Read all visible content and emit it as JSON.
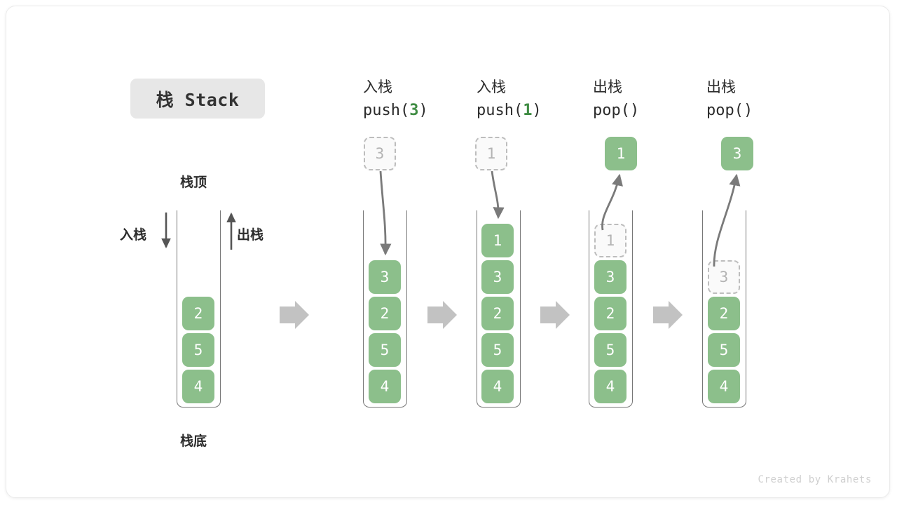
{
  "title_badge": {
    "label": "栈 Stack"
  },
  "legend": {
    "top_label": "栈顶",
    "bottom_label": "栈底",
    "push_label": "入栈",
    "pop_label": "出栈"
  },
  "credit": "Created by Krahets",
  "colors": {
    "cell_green": "#8cbf8b",
    "cell_text": "#ffffff",
    "ghost_border": "#bdbdbd",
    "ghost_text": "#b3b3b3",
    "arrow_gray": "#7a7a7a",
    "flow_arrow": "#c2c2c2",
    "badge_bg": "#e7e7e7",
    "accent_green": "#3f8c43",
    "text_dark": "#2b2b2b"
  },
  "columns": [
    {
      "id": "initial",
      "op_cn": "",
      "op_code": "",
      "code_prefix": "",
      "code_arg": "",
      "code_suffix": "",
      "detached": null,
      "stack": [
        {
          "value": "2",
          "state": "solid"
        },
        {
          "value": "5",
          "state": "solid"
        },
        {
          "value": "4",
          "state": "solid"
        }
      ]
    },
    {
      "id": "push-3",
      "op_cn": "入栈",
      "op_code": "push(3)",
      "code_prefix": "push(",
      "code_arg": "3",
      "code_suffix": ")",
      "detached": {
        "value": "3",
        "state": "ghost",
        "position": "above"
      },
      "stack": [
        {
          "value": "3",
          "state": "solid"
        },
        {
          "value": "2",
          "state": "solid"
        },
        {
          "value": "5",
          "state": "solid"
        },
        {
          "value": "4",
          "state": "solid"
        }
      ]
    },
    {
      "id": "push-1",
      "op_cn": "入栈",
      "op_code": "push(1)",
      "code_prefix": "push(",
      "code_arg": "1",
      "code_suffix": ")",
      "detached": {
        "value": "1",
        "state": "ghost",
        "position": "above"
      },
      "stack": [
        {
          "value": "1",
          "state": "solid"
        },
        {
          "value": "3",
          "state": "solid"
        },
        {
          "value": "2",
          "state": "solid"
        },
        {
          "value": "5",
          "state": "solid"
        },
        {
          "value": "4",
          "state": "solid"
        }
      ]
    },
    {
      "id": "pop-1",
      "op_cn": "出栈",
      "op_code": "pop()",
      "code_prefix": "pop()",
      "code_arg": "",
      "code_suffix": "",
      "detached": {
        "value": "1",
        "state": "solid",
        "position": "above"
      },
      "stack": [
        {
          "value": "1",
          "state": "ghost"
        },
        {
          "value": "3",
          "state": "solid"
        },
        {
          "value": "2",
          "state": "solid"
        },
        {
          "value": "5",
          "state": "solid"
        },
        {
          "value": "4",
          "state": "solid"
        }
      ]
    },
    {
      "id": "pop-3",
      "op_cn": "出栈",
      "op_code": "pop()",
      "code_prefix": "pop()",
      "code_arg": "",
      "code_suffix": "",
      "detached": {
        "value": "3",
        "state": "solid",
        "position": "above"
      },
      "stack": [
        {
          "value": "3",
          "state": "ghost"
        },
        {
          "value": "2",
          "state": "solid"
        },
        {
          "value": "5",
          "state": "solid"
        },
        {
          "value": "4",
          "state": "solid"
        }
      ]
    }
  ],
  "flow_arrows": [
    {
      "from": "initial",
      "to": "push-3"
    },
    {
      "from": "push-3",
      "to": "push-1"
    },
    {
      "from": "push-1",
      "to": "pop-1"
    },
    {
      "from": "pop-1",
      "to": "pop-3"
    }
  ]
}
